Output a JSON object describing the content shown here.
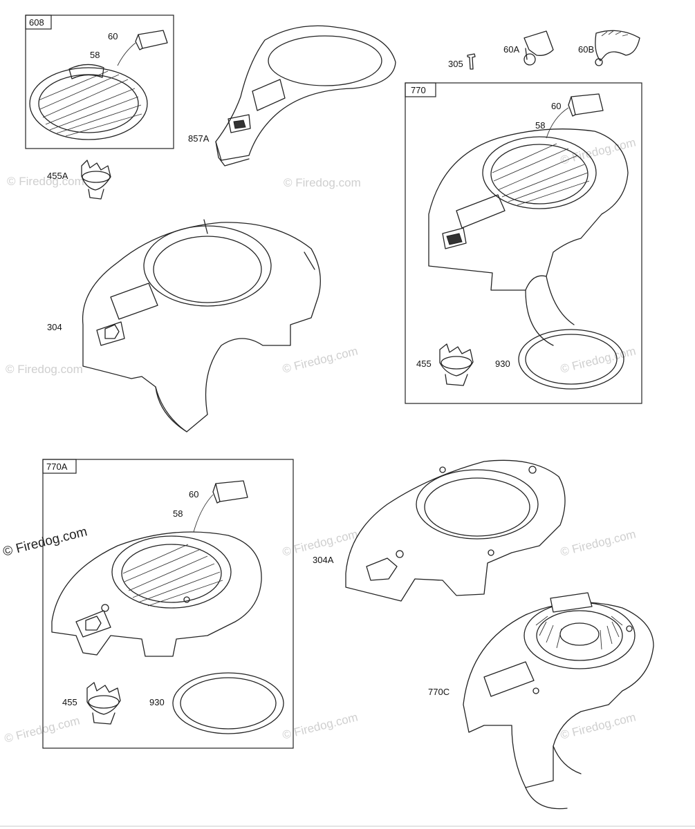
{
  "watermark": {
    "text": "© Firedog.com",
    "short_text": "Firedog.com"
  },
  "groups": {
    "g608": "608",
    "g770": "770",
    "g770a": "770A"
  },
  "labels": {
    "l60_608": "60",
    "l58_608": "58",
    "l857a": "857A",
    "l455a": "455A",
    "l305": "305",
    "l60a": "60A",
    "l60b": "60B",
    "l60_770": "60",
    "l58_770": "58",
    "l455_770": "455",
    "l930_770": "930",
    "l304": "304",
    "l60_770a": "60",
    "l58_770a": "58",
    "l455_770a": "455",
    "l930_770a": "930",
    "l304a": "304A",
    "l770c": "770C"
  }
}
